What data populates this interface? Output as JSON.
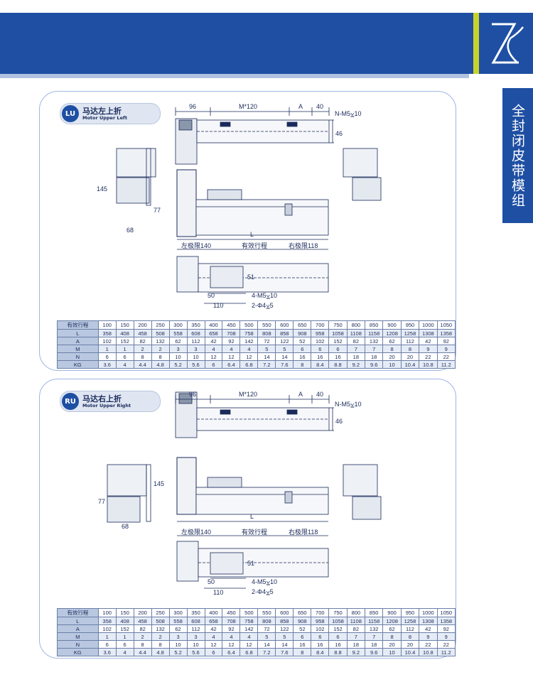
{
  "side_tab": {
    "text": "全封闭皮带模组"
  },
  "logo": {
    "text": "ZK"
  },
  "colors": {
    "brand": "#1e4fa3",
    "accent": "#c9d22b",
    "line": "#1a2a5a"
  },
  "panels": [
    {
      "id": "LU",
      "badge_code": "LU",
      "title_cn": "马达左上折",
      "title_en": "Motor Upper Left",
      "dims": {
        "d96": "96",
        "m120": "M*120",
        "a": "A",
        "d40": "40",
        "nm5": "N-M5⩣10",
        "d46": "46",
        "d145": "145",
        "d77": "77",
        "d68": "68",
        "l": "L",
        "left_limit": "左极限140",
        "stroke": "有效行程",
        "right_limit": "右极限118",
        "d51": "51",
        "d50": "50",
        "d110": "110",
        "m5": "4-M5⩣10",
        "phi4": "2-Φ4⩣5"
      }
    },
    {
      "id": "RU",
      "badge_code": "RU",
      "title_cn": "马达右上折",
      "title_en": "Motor Upper Right",
      "dims": {
        "d96": "96",
        "m120": "M*120",
        "a": "A",
        "d40": "40",
        "nm5": "N-M5⩣10",
        "d46": "46",
        "d145": "145",
        "d77": "77",
        "d68": "68",
        "l": "L",
        "left_limit": "左极限140",
        "stroke": "有效行程",
        "right_limit": "右极限118",
        "d51": "51",
        "d50": "50",
        "d110": "110",
        "m5": "4-M5⩣10",
        "phi4": "2-Φ4⩣5"
      }
    }
  ],
  "spec_table": {
    "header_label": "有效行程",
    "strokes": [
      "100",
      "150",
      "200",
      "250",
      "300",
      "350",
      "400",
      "450",
      "500",
      "550",
      "600",
      "650",
      "700",
      "750",
      "800",
      "850",
      "900",
      "950",
      "1000",
      "1050"
    ],
    "rows": [
      {
        "label": "L",
        "values": [
          "358",
          "408",
          "458",
          "508",
          "558",
          "608",
          "658",
          "708",
          "758",
          "808",
          "858",
          "908",
          "958",
          "1058",
          "1108",
          "1158",
          "1208",
          "1258",
          "1308",
          "1358"
        ]
      },
      {
        "label": "A",
        "values": [
          "102",
          "152",
          "82",
          "132",
          "62",
          "112",
          "42",
          "92",
          "142",
          "72",
          "122",
          "52",
          "102",
          "152",
          "82",
          "132",
          "62",
          "112",
          "42",
          "92"
        ]
      },
      {
        "label": "M",
        "values": [
          "1",
          "1",
          "2",
          "2",
          "3",
          "3",
          "4",
          "4",
          "4",
          "5",
          "5",
          "6",
          "6",
          "6",
          "7",
          "7",
          "8",
          "8",
          "9",
          "9"
        ]
      },
      {
        "label": "N",
        "values": [
          "6",
          "6",
          "8",
          "8",
          "10",
          "10",
          "12",
          "12",
          "12",
          "14",
          "14",
          "16",
          "16",
          "16",
          "18",
          "18",
          "20",
          "20",
          "22",
          "22"
        ]
      },
      {
        "label": "KG",
        "values": [
          "3.6",
          "4",
          "4.4",
          "4.8",
          "5.2",
          "5.6",
          "6",
          "6.4",
          "6.8",
          "7.2",
          "7.6",
          "8",
          "8.4",
          "8.8",
          "9.2",
          "9.6",
          "10",
          "10.4",
          "10.8",
          "11.2"
        ]
      }
    ]
  }
}
